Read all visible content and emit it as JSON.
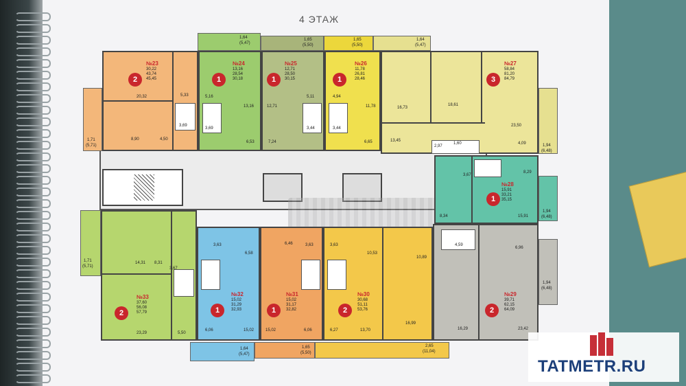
{
  "floor_title": "4 ЭТАЖ",
  "watermark_text": "TATMETR.RU",
  "apartments": [
    {
      "no": "№23",
      "rooms": "2",
      "areas": [
        "30,22",
        "43,74",
        "45,45"
      ]
    },
    {
      "no": "№24",
      "rooms": "1",
      "areas": [
        "13,16",
        "28,54",
        "30,18"
      ]
    },
    {
      "no": "№25",
      "rooms": "1",
      "areas": [
        "12,71",
        "28,50",
        "30,15"
      ]
    },
    {
      "no": "№26",
      "rooms": "1",
      "areas": [
        "11,78",
        "26,81",
        "28,46"
      ]
    },
    {
      "no": "№27",
      "rooms": "3",
      "areas": [
        "58,84",
        "81,20",
        "84,79"
      ]
    },
    {
      "no": "№28",
      "rooms": "1",
      "areas": [
        "15,91",
        "33,21",
        "35,15"
      ]
    },
    {
      "no": "№29",
      "rooms": "2",
      "areas": [
        "39,71",
        "62,15",
        "64,09"
      ]
    },
    {
      "no": "№30",
      "rooms": "2",
      "areas": [
        "30,68",
        "51,11",
        "53,76"
      ]
    },
    {
      "no": "№31",
      "rooms": "1",
      "areas": [
        "15,02",
        "31,17",
        "32,82"
      ]
    },
    {
      "no": "№32",
      "rooms": "1",
      "areas": [
        "15,02",
        "31,29",
        "32,93"
      ]
    },
    {
      "no": "№33",
      "rooms": "2",
      "areas": [
        "37,60",
        "56,08",
        "57,79"
      ]
    }
  ],
  "room_labels": {
    "a23_l": "20,32",
    "a23_b": "8,90",
    "a23_c": "4,50",
    "a23_d": "3,69",
    "a23_e": "5,33",
    "a24_a": "13,16",
    "a24_b": "5,16",
    "a24_c": "3,69",
    "a24_d": "6,53",
    "a25_a": "12,71",
    "a25_b": "5,11",
    "a25_c": "3,44",
    "a25_d": "7,24",
    "a26_a": "11,78",
    "a26_b": "4,94",
    "a26_c": "3,44",
    "a26_d": "6,65",
    "a27_a": "16,73",
    "a27_b": "18,61",
    "a27_c": "23,50",
    "a27_d": "13,45",
    "a27_e": "2,97",
    "a27_f": "1,60",
    "a27_g": "4,09",
    "a28_a": "15,91",
    "a28_b": "8,34",
    "a28_c": "3,67",
    "a28_d": "8,29",
    "a29_a": "10,89",
    "a29_b": "16,29",
    "a29_c": "23,42",
    "a29_d": "4,59",
    "a29_e": "6,96",
    "a30_a": "10,53",
    "a30_b": "16,99",
    "a30_c": "13,70",
    "a30_d": "6,27",
    "a30_e": "3,63",
    "a31_a": "6,46",
    "a31_b": "15,02",
    "a31_c": "6,06",
    "a31_d": "3,63",
    "a32_a": "6,58",
    "a32_b": "15,02",
    "a32_c": "6,06",
    "a32_d": "3,63",
    "a33_a": "14,31",
    "a33_b": "8,31",
    "a33_c": "3,67",
    "a33_d": "23,29",
    "a33_e": "5,50"
  },
  "balconies": {
    "b1": "1,64",
    "b1s": "(5,47)",
    "b2": "1,65",
    "b2s": "(5,50)",
    "b3": "1,65",
    "b3s": "(5,50)",
    "b4": "1,64",
    "b4s": "(5,47)",
    "b5": "1,71",
    "b5s": "(5,71)",
    "b6": "1,94",
    "b6s": "(6,48)",
    "b7": "1,94",
    "b7s": "(6,48)",
    "b8": "1,71",
    "b8s": "(5,71)",
    "b9": "1,94",
    "b9s": "(6,48)",
    "b10": "1,64",
    "b10s": "(5,47)",
    "b11": "1,65",
    "b11s": "(5,50)",
    "b12": "2,65",
    "b12s": "(11,04)"
  },
  "colors": {
    "orange": "#f3b77a",
    "green": "#9ccc6e",
    "olive": "#b3bf86",
    "yellow": "#f0e04e",
    "lightyellow": "#ece59a",
    "teal": "#63c3a8",
    "gray": "#c1c0b9",
    "blue": "#7ec4e6",
    "orange2": "#f0a562",
    "gold": "#f3c84a",
    "lime": "#b6d66e"
  }
}
